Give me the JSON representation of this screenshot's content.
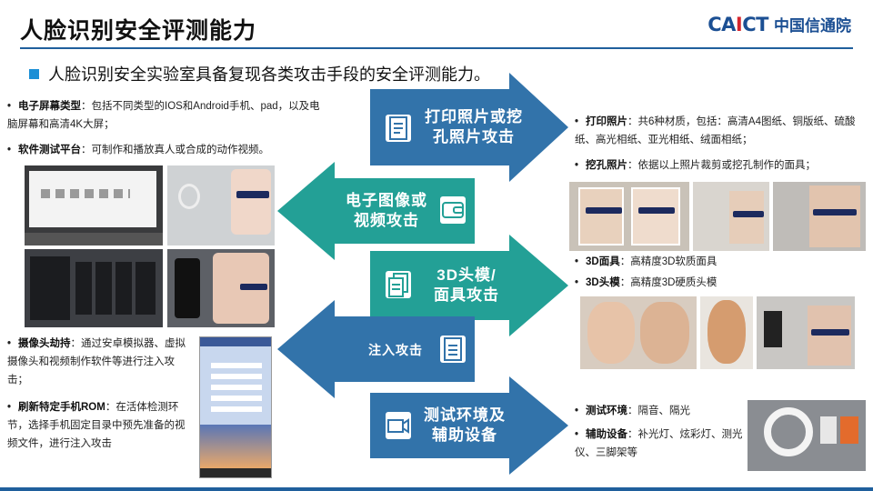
{
  "header": {
    "title": "人脸识别安全评测能力",
    "logo_en_a": "CA",
    "logo_en_i": "I",
    "logo_en_b": "CT",
    "logo_cn": "中国信通院"
  },
  "subtitle": "人脸识别安全实验室具备复现各类攻击手段的安全评测能力。",
  "left": {
    "screen_type_label": "电子屏幕类型",
    "screen_type_text": "：包括不同类型的IOS和Android手机、pad，以及电脑屏幕和高清4K大屏；",
    "software_label": "软件测试平台",
    "software_text": "：可制作和播放真人或合成的动作视频。",
    "camera_label": "摄像头劫持",
    "camera_text": "：通过安卓模拟器、虚拟摄像头和视频制作软件等进行注入攻击；",
    "rom_label": "刷新特定手机ROM",
    "rom_text": "：在活体检测环节，选择手机固定目录中预先准备的视频文件，进行注入攻击"
  },
  "arrows": {
    "print_l1": "打印照片或挖",
    "print_l2": "孔照片攻击",
    "video_l1": "电子图像或",
    "video_l2": "视频攻击",
    "mask_l1": "3D头模/",
    "mask_l2": "面具攻击",
    "inject": "注入攻击",
    "env_l1": "测试环境及",
    "env_l2": "辅助设备"
  },
  "right": {
    "print_label": "打印照片",
    "print_text": "：共6种材质，包括：高清A4图纸、铜版纸、硫酸纸、高光相纸、亚光相纸、绒面相纸；",
    "hole_label": "挖孔照片",
    "hole_text": "：依据以上照片裁剪或挖孔制作的面具；",
    "mask3d_label": "3D面具",
    "mask3d_text": "：高精度3D软质面具",
    "head3d_label": "3D头模",
    "head3d_text": "：高精度3D硬质头模",
    "env_label": "测试环境",
    "env_text": "：隔音、隔光",
    "aux_label": "辅助设备",
    "aux_text": "：补光灯、炫彩灯、测光仪、三脚架等"
  },
  "colors": {
    "arrow_blue": "#2e6da4",
    "arrow_teal": "#1e9b91",
    "title_rule": "#1f5f9c",
    "redaction": "#1c2a5e"
  },
  "icons": [
    "document-icon",
    "wallet-icon",
    "documents-icon",
    "form-icon",
    "camera-icon"
  ]
}
